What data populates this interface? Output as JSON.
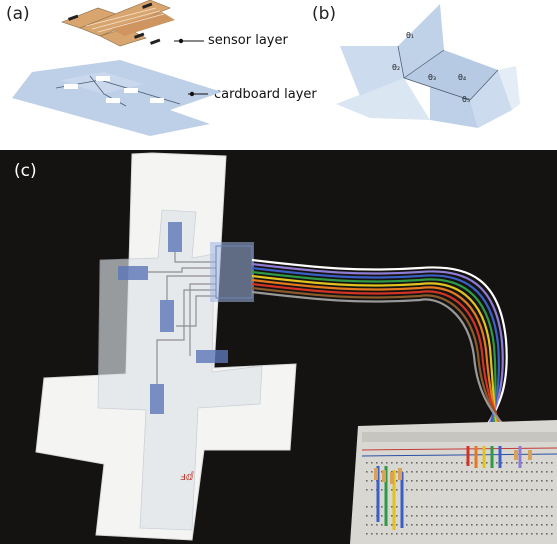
{
  "panels": {
    "a": {
      "label": "(a)",
      "sensor_label": "sensor layer",
      "cardboard_label": "cardboard layer"
    },
    "b": {
      "label": "(b)",
      "angle_labels": [
        "θ₁",
        "θ₂",
        "θ₃",
        "θ₄",
        "θ₅"
      ]
    },
    "c": {
      "label": "(c)",
      "handwritten_mark": "ⅎⅆ"
    }
  },
  "colors": {
    "cardboard": "#b9cde6",
    "sensor": "#d9a56f",
    "photo_background": "#151311",
    "wire_colors": [
      "#ffffff",
      "#8e7bd3",
      "#3b5fc4",
      "#2f9a45",
      "#e2c21e",
      "#e47a1f",
      "#d23324",
      "#8a5a2b",
      "#111111",
      "#999999"
    ]
  }
}
